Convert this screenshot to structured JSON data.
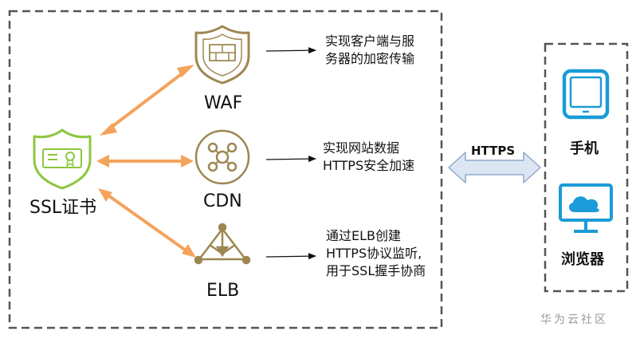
{
  "nodes": {
    "ssl": {
      "label": "SSL证书"
    },
    "waf": {
      "label": "WAF"
    },
    "cdn": {
      "label": "CDN"
    },
    "elb": {
      "label": "ELB"
    }
  },
  "descriptions": {
    "waf": [
      "实现客户端与服",
      "务器的加密传输"
    ],
    "cdn": [
      "实现网站数据",
      "HTTPS安全加速"
    ],
    "elb": [
      "通过ELB创建",
      "HTTPS协议监听,",
      "用于SSL握手协商"
    ]
  },
  "https_label": "HTTPS",
  "clients": {
    "phone": "手机",
    "browser": "浏览器"
  },
  "watermark": "华为云社区",
  "colors": {
    "orange_arrow": "#F4A35C",
    "green_icon": "#8CC63F",
    "gold_icon": "#9E8652",
    "blue_icon": "#1B9BD7",
    "double_arrow_fill": "#DCE6F2",
    "double_arrow_stroke": "#8FA8C8",
    "border_dash": "#555555"
  }
}
